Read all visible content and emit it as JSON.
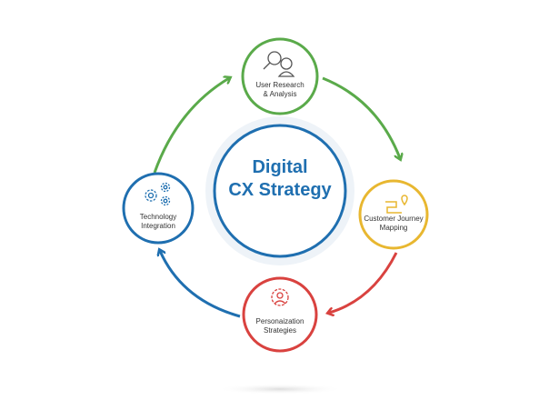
{
  "center": {
    "line1": "Digital",
    "line2": "CX Strategy",
    "color": "#1f6fb0"
  },
  "nodes": [
    {
      "id": "research",
      "line1": "User Research",
      "line2": "& Analysis",
      "color": "#5aaa4a",
      "icon": "magnifier-user-icon"
    },
    {
      "id": "journey",
      "line1": "Customer Journey",
      "line2": "Mapping",
      "color": "#e8b730",
      "icon": "map-pin-path-icon"
    },
    {
      "id": "personalization",
      "line1": "Personaization",
      "line2": "Strategies",
      "color": "#d9423f",
      "icon": "user-gear-icon"
    },
    {
      "id": "technology",
      "line1": "Technology",
      "line2": "Integration",
      "color": "#1f6fb0",
      "icon": "gears-icon"
    }
  ]
}
